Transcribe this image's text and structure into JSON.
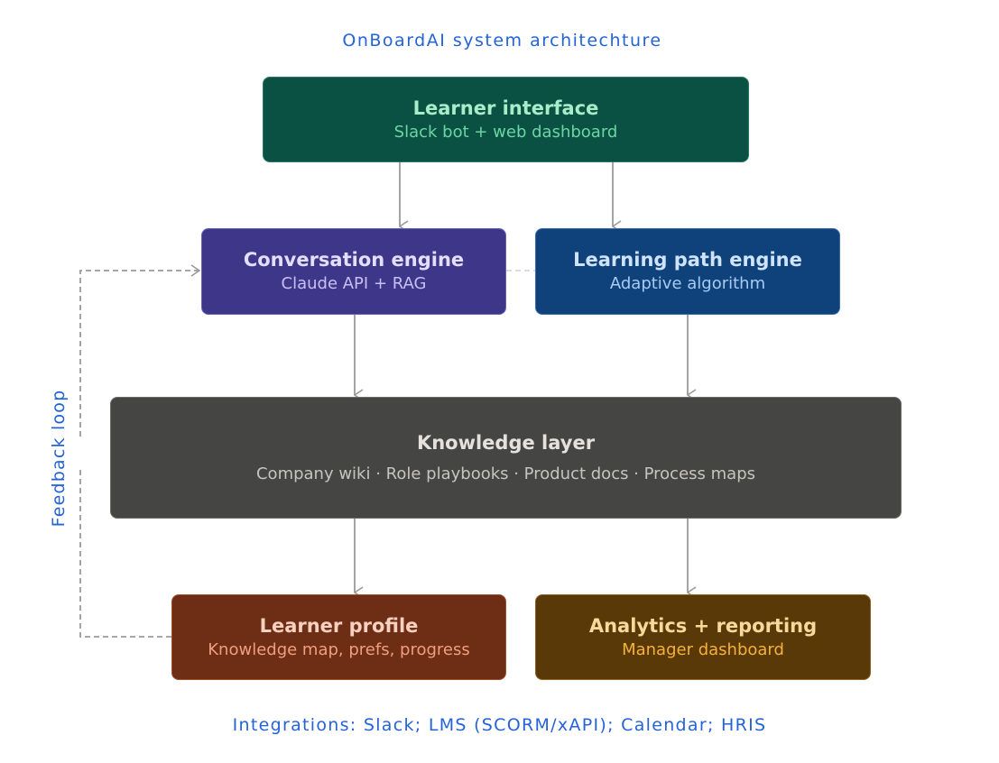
{
  "title": "OnBoardAI system architechture",
  "footer": "Integrations: Slack; LMS (SCORM/xAPI); Calendar; HRIS",
  "feedback_label": "Feedback loop",
  "nodes": {
    "learner_interface": {
      "title": "Learner interface",
      "subtitle": "Slack bot + web dashboard",
      "color": "#0a5143"
    },
    "conversation_engine": {
      "title": "Conversation engine",
      "subtitle": "Claude API + RAG",
      "color": "#3d3689"
    },
    "learning_path_engine": {
      "title": "Learning path engine",
      "subtitle": "Adaptive algorithm",
      "color": "#0f417b"
    },
    "knowledge_layer": {
      "title": "Knowledge layer",
      "subtitle": "Company wiki · Role playbooks · Product docs · Process maps",
      "color": "#454543"
    },
    "learner_profile": {
      "title": "Learner profile",
      "subtitle": "Knowledge map, prefs, progress",
      "color": "#6e2d15"
    },
    "analytics_reporting": {
      "title": "Analytics + reporting",
      "subtitle": "Manager dashboard",
      "color": "#5a3908"
    }
  },
  "edges": [
    {
      "from": "learner_interface",
      "to": "conversation_engine",
      "style": "solid"
    },
    {
      "from": "learner_interface",
      "to": "learning_path_engine",
      "style": "solid"
    },
    {
      "from": "conversation_engine",
      "to": "learning_path_engine",
      "style": "dashed"
    },
    {
      "from": "conversation_engine",
      "to": "knowledge_layer",
      "style": "solid"
    },
    {
      "from": "learning_path_engine",
      "to": "knowledge_layer",
      "style": "solid"
    },
    {
      "from": "knowledge_layer",
      "to": "learner_profile",
      "style": "solid"
    },
    {
      "from": "knowledge_layer",
      "to": "analytics_reporting",
      "style": "solid"
    },
    {
      "from": "learner_profile",
      "to": "conversation_engine",
      "style": "dashed",
      "label": "Feedback loop"
    }
  ]
}
